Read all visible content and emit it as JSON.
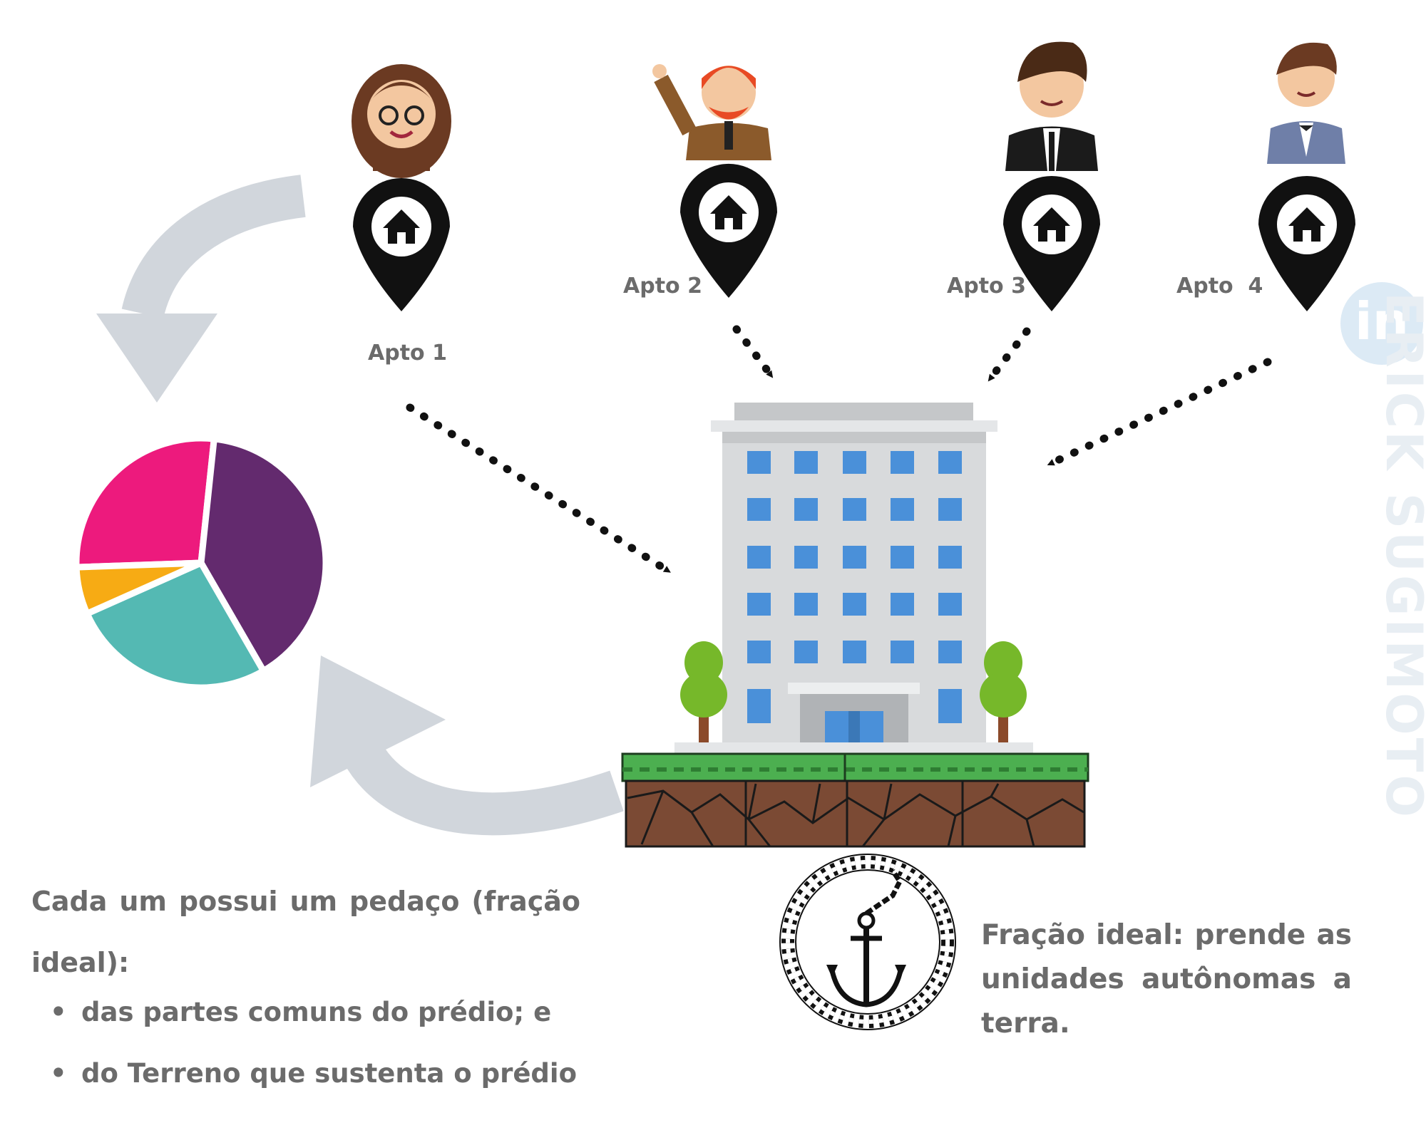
{
  "units": [
    {
      "label": "Apto 1"
    },
    {
      "label": "Apto 2"
    },
    {
      "label": "Apto 3"
    },
    {
      "label": "Apto  4"
    }
  ],
  "colors": {
    "pie": [
      "#ed1a7d",
      "#632a6e",
      "#54b9b3",
      "#f7ab14"
    ],
    "arrow": "#d1d6dc",
    "pin": "#111111",
    "window": "#4a90d9",
    "tree": "#76b82a",
    "soil": "#7b4a34",
    "grass": "#4caf50"
  },
  "left_text": {
    "intro": "Cada um possui um pedaço (fração ideal):",
    "bullets": [
      "das partes comuns do prédio; e",
      "do Terreno que sustenta o prédio"
    ]
  },
  "right_text": "Fração ideal: prende as unidades autônomas a terra.",
  "watermark": {
    "logo": "in",
    "name": "ERICK SUGIMOTO"
  },
  "icons": [
    "person-avatar-icon",
    "location-pin-icon",
    "house-icon",
    "pie-chart-icon",
    "building-icon",
    "anchor-icon",
    "chain-icon"
  ]
}
